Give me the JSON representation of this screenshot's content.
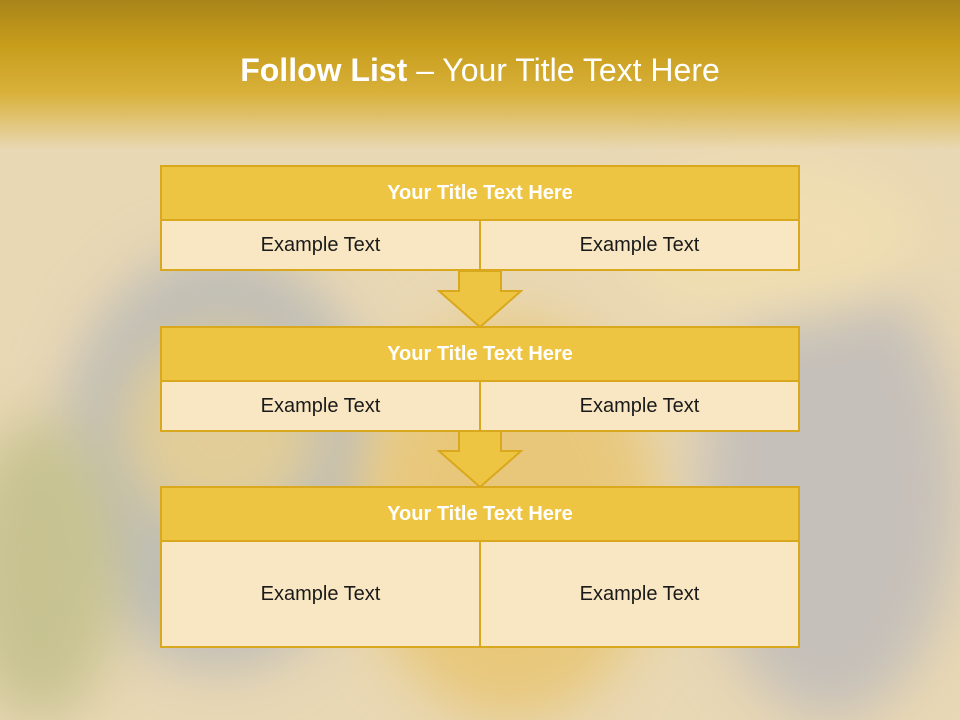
{
  "slide": {
    "title_bold": "Follow List",
    "title_rest": "– Your Title Text Here"
  },
  "blocks": [
    {
      "title": "Your Title Text Here",
      "cells": [
        "Example Text",
        "Example Text"
      ]
    },
    {
      "title": "Your Title Text Here",
      "cells": [
        "Example Text",
        "Example Text"
      ]
    },
    {
      "title": "Your Title Text Here",
      "cells": [
        "Example Text",
        "Example Text"
      ]
    }
  ],
  "colors": {
    "header": "#c79d1b",
    "box_fill": "#eec542",
    "box_border": "#d9a81c",
    "cell_fill": "#f8e7c2",
    "arrow_fill": "#eec542"
  }
}
